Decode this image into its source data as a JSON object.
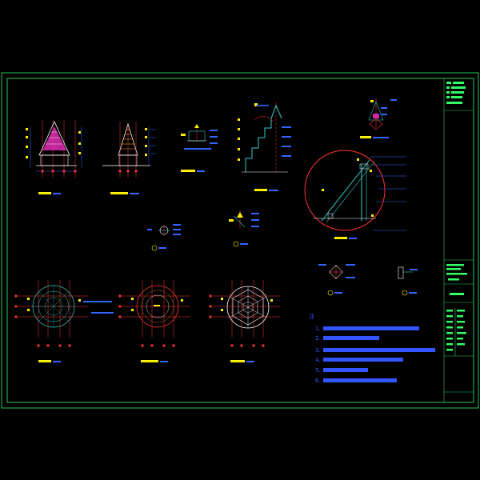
{
  "drawing": {
    "colors": {
      "background": "#000000",
      "frame": "#22c55e",
      "dimension": "#3366ff",
      "axis": "#ff3333",
      "structure": "#33cccc",
      "tag": "#ffee00",
      "magenta": "#ff33cc",
      "white": "#ffffff"
    },
    "notes": {
      "title": "注",
      "items": [
        "1.",
        "2.",
        "3.",
        "4.",
        "5.",
        "6."
      ]
    },
    "title_block": {
      "sheet_no": ""
    }
  }
}
